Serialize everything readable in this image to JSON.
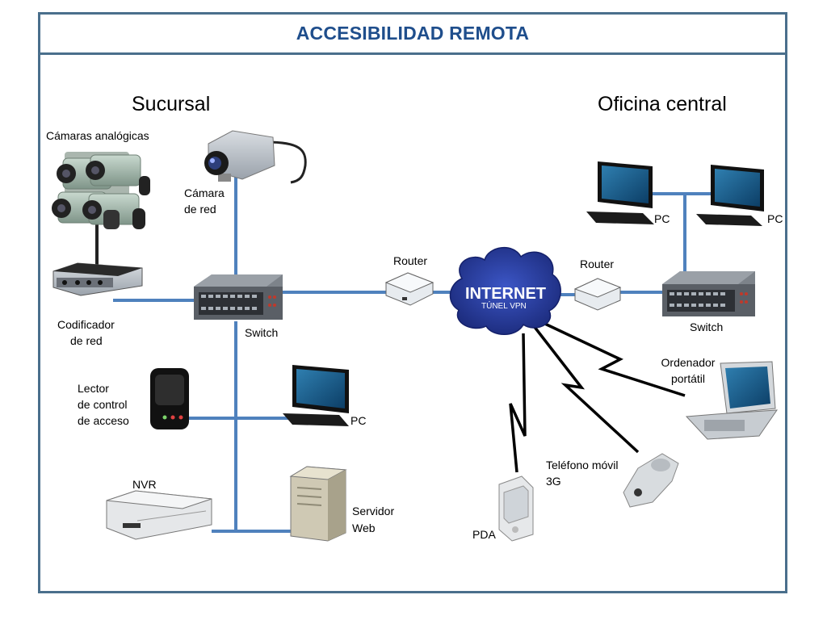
{
  "title": "ACCESIBILIDAD REMOTA",
  "sections": {
    "branch": "Sucursal",
    "hq": "Oficina central"
  },
  "labels": {
    "analog_cameras": "Cámaras analógicas",
    "network_camera_1": "Cámara",
    "network_camera_2": "de red",
    "encoder_1": "Codificador",
    "encoder_2": "de red",
    "switch_branch": "Switch",
    "router_branch": "Router",
    "internet": "INTERNET",
    "vpn": "TÚNEL VPN",
    "router_hq": "Router",
    "switch_hq": "Switch",
    "pc_hq_1": "PC",
    "pc_hq_2": "PC",
    "reader_1": "Lector",
    "reader_2": "de control",
    "reader_3": "de acceso",
    "pc_branch": "PC",
    "nvr": "NVR",
    "server_1": "Servidor",
    "server_2": "Web",
    "laptop_1": "Ordenador",
    "laptop_2": "portátil",
    "phone_1": "Teléfono móvil",
    "phone_2": "3G",
    "pda": "PDA"
  },
  "colors": {
    "frame": "#4a6f8c",
    "title": "#1f4e8c",
    "link": "#4f81bd",
    "cloud": "#2b3f9e"
  }
}
